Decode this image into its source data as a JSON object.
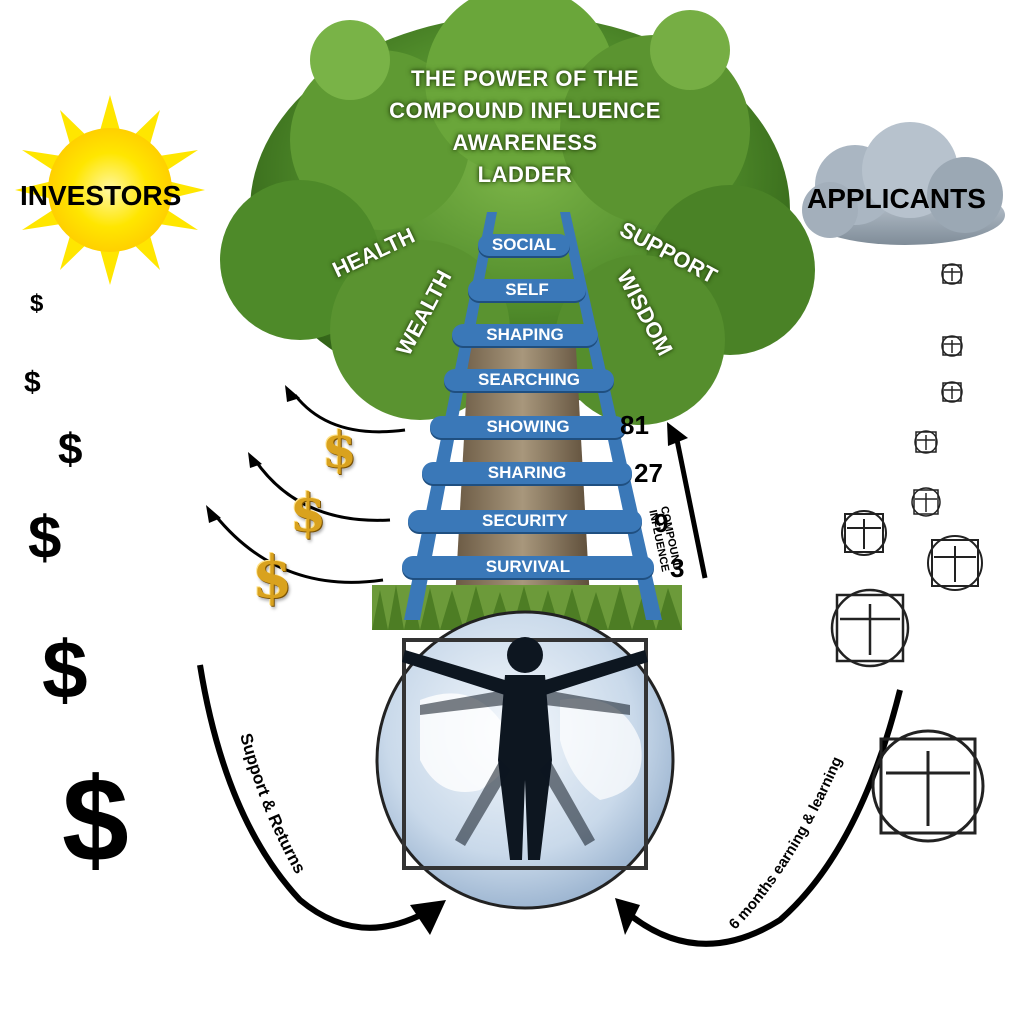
{
  "title": {
    "lines": [
      "THE POWER OF THE",
      "COMPOUND INFLUENCE",
      "AWARENESS",
      "LADDER"
    ]
  },
  "left_label": "INVESTORS",
  "right_label": "APPLICANTS",
  "tree_words": {
    "health": "HEALTH",
    "wealth": "WEALTH",
    "support": "SUPPORT",
    "wisdom": "WISDOM"
  },
  "ladder": {
    "rungs": [
      "SOCIAL",
      "SELF",
      "SHAPING",
      "SEARCHING",
      "SHOWING",
      "SHARING",
      "SECURITY",
      "SURVIVAL"
    ],
    "numbers": {
      "showing": "81",
      "sharing": "27",
      "security": "9",
      "survival": "3"
    },
    "arrow_label_lines": [
      "COMPOUND",
      "INFLUENCE"
    ]
  },
  "flows": {
    "left": "Support & Returns",
    "right": "6 months earning & learning"
  },
  "symbols": {
    "dollar": "$"
  },
  "icons": [
    "sun-icon",
    "cloud-icon",
    "vitruvian-man-icon",
    "globe-icon",
    "tree-icon",
    "ladder-icon"
  ],
  "colors": {
    "ladder_blue": "#3a78b8",
    "sun_yellow": "#ffe600",
    "gold": "#d9a21e",
    "tree_green": "#4f8a2a"
  }
}
